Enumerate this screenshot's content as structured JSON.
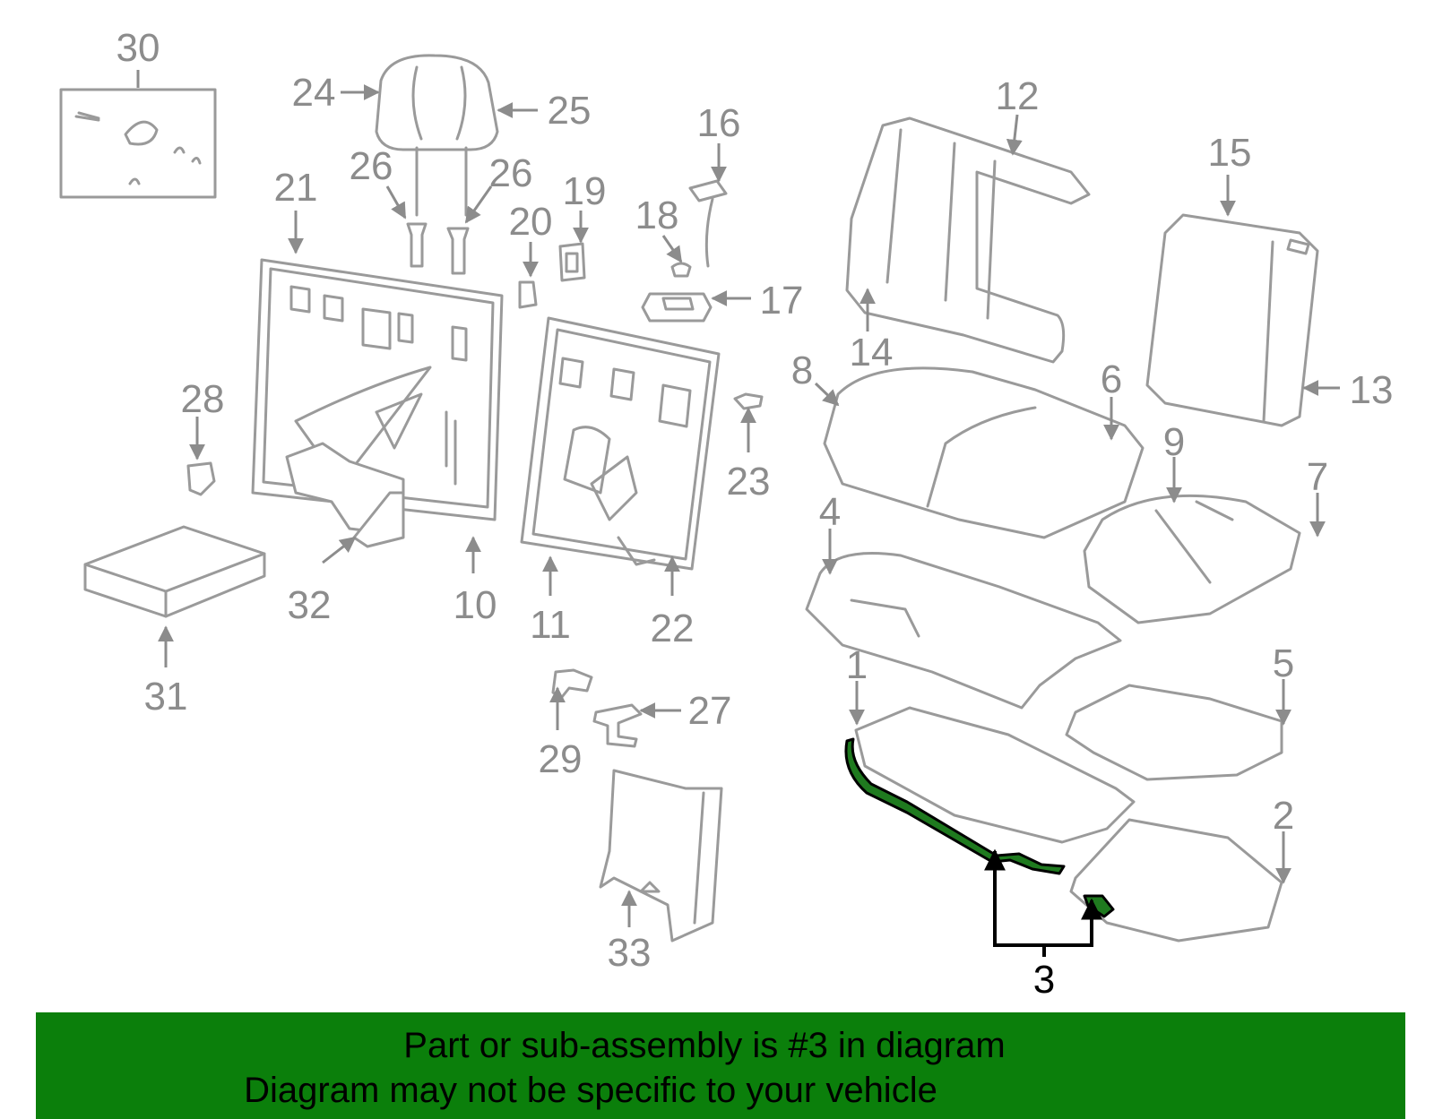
{
  "diagram": {
    "callouts": {
      "c1": "1",
      "c2": "2",
      "c3": "3",
      "c4": "4",
      "c5": "5",
      "c6": "6",
      "c7": "7",
      "c8": "8",
      "c9": "9",
      "c10": "10",
      "c11": "11",
      "c12": "12",
      "c13": "13",
      "c14": "14",
      "c15": "15",
      "c16": "16",
      "c17": "17",
      "c18": "18",
      "c19": "19",
      "c20": "20",
      "c21": "21",
      "c22": "22",
      "c23": "23",
      "c24": "24",
      "c25": "25",
      "c26a": "26",
      "c26b": "26",
      "c27": "27",
      "c28": "28",
      "c29": "29",
      "c30": "30",
      "c31": "31",
      "c32": "32",
      "c33": "33"
    },
    "highlighted_part": "3",
    "colors": {
      "line_art": "#9a9a9a",
      "highlight_part": "#1f7a1f",
      "banner": "#0b7f0b"
    }
  },
  "banner": {
    "line1": "Part or sub-assembly is #3 in diagram",
    "line2": "Diagram may not be specific to your vehicle"
  }
}
